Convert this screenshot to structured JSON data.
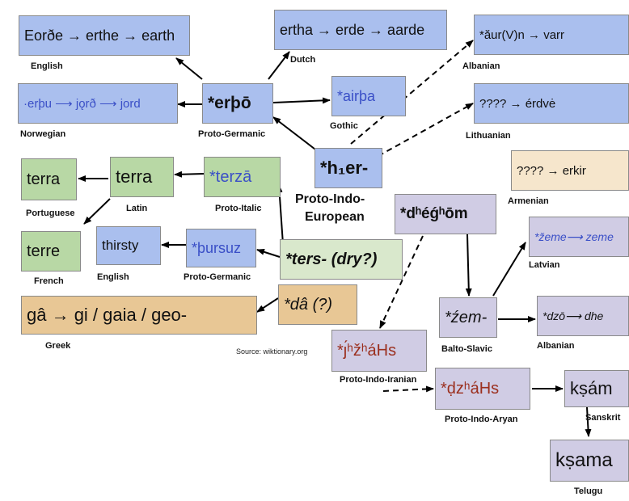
{
  "nodes": {
    "english_earth": {
      "text": "Eorðe → erthe → earth",
      "label": "English"
    },
    "dutch": {
      "text": "ertha → erde → aarde",
      "label": "Dutch"
    },
    "albanian_top": {
      "text": "*ăur(V)n → varr",
      "label": "Albanian"
    },
    "norwegian": {
      "text": "·erþu ⟶ jǫrð ⟶ jord",
      "label": "Norwegian"
    },
    "proto_germanic_erpo": {
      "text": "*erþō",
      "label": "Proto-Germanic"
    },
    "gothic": {
      "text": "*airþa",
      "label": "Gothic"
    },
    "lithuanian": {
      "text": "???? → érdvė",
      "label": "Lithuanian"
    },
    "pie_her": {
      "text": "*h₁er-",
      "label_line1": "Proto-Indo-",
      "label_line2": "European"
    },
    "armenian": {
      "text": "???? → erkir",
      "label": "Armenian"
    },
    "portuguese": {
      "text": "terra",
      "label": "Portuguese"
    },
    "latin": {
      "text": "terra",
      "label": "Latin"
    },
    "proto_italic": {
      "text": "*terzā",
      "label": "Proto-Italic"
    },
    "pie_dheghom": {
      "text": "*dʰéǵʰōm"
    },
    "latvian": {
      "text": "*žeme⟶ zeme",
      "label": "Latvian"
    },
    "french": {
      "text": "terre",
      "label": "French"
    },
    "english_thirsty": {
      "text": "thirsty",
      "label": "English"
    },
    "proto_germanic_pursuz": {
      "text": "*þursuz",
      "label": "Proto-Germanic"
    },
    "pie_ters": {
      "text": "*ters- (dry?)"
    },
    "greek": {
      "text": "gâ → gi / gaia / geo-",
      "label": "Greek"
    },
    "da": {
      "text": "*dâ (?)"
    },
    "source": "Source: wiktionary.org",
    "balto_slavic": {
      "text": "*źem-",
      "label": "Balto-Slavic"
    },
    "albanian_bottom": {
      "text": "*dzō⟶ dhe",
      "label": "Albanian"
    },
    "proto_indo_iranian": {
      "text": "*ȷ́ʰžʰáHs",
      "label": "Proto-Indo-Iranian"
    },
    "proto_indo_aryan": {
      "text": "*ḍzʰáHs",
      "label": "Proto-Indo-Aryan"
    },
    "sanskrit": {
      "text": "kṣám",
      "label": "Sanskrit"
    },
    "telugu": {
      "text": "kṣama",
      "label": "Telugu"
    }
  },
  "colors": {
    "blue_box": "#aabfee",
    "green_box": "#b8d8a5",
    "lavender_box": "#d0cce4",
    "peach_box": "#e8c795",
    "light_green_box": "#d9e8cc",
    "cream_box": "#f6e6cc",
    "blue_text": "#3a4fc7",
    "red_text": "#9b2f1e"
  }
}
